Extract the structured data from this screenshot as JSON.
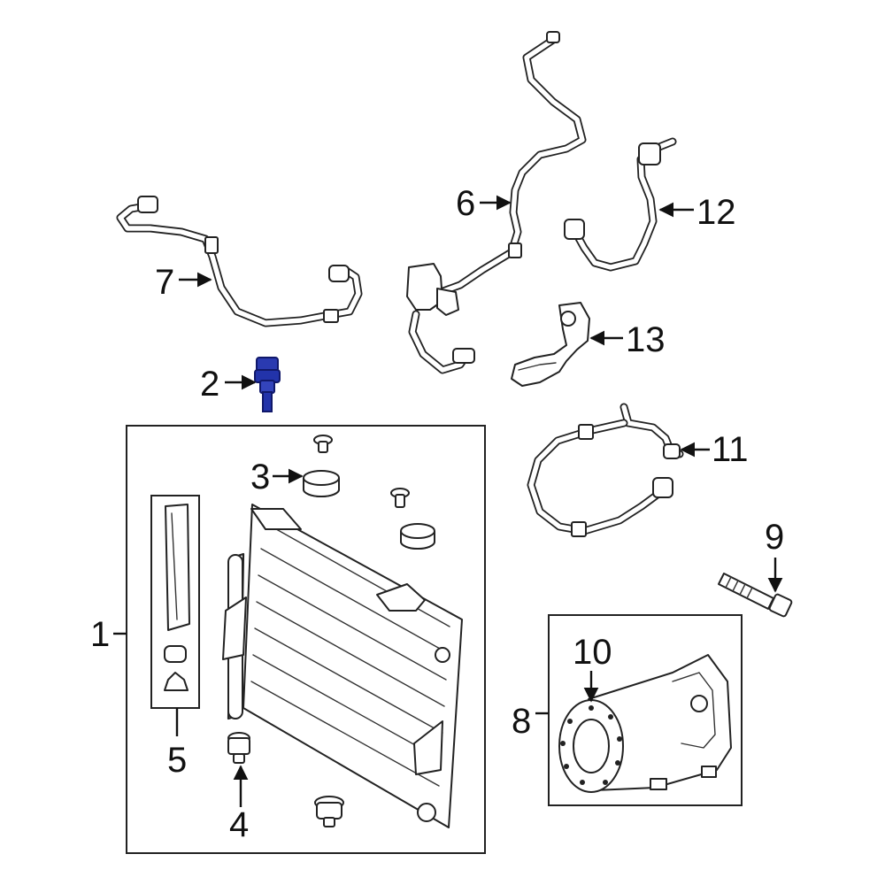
{
  "labels": {
    "l1": "1",
    "l2": "2",
    "l3": "3",
    "l4": "4",
    "l5": "5",
    "l6": "6",
    "l7": "7",
    "l8": "8",
    "l9": "9",
    "l10": "10",
    "l11": "11",
    "l12": "12",
    "l13": "13"
  },
  "colors": {
    "highlight": "#2233aa",
    "line": "#222222"
  },
  "highlighted_part": "2"
}
